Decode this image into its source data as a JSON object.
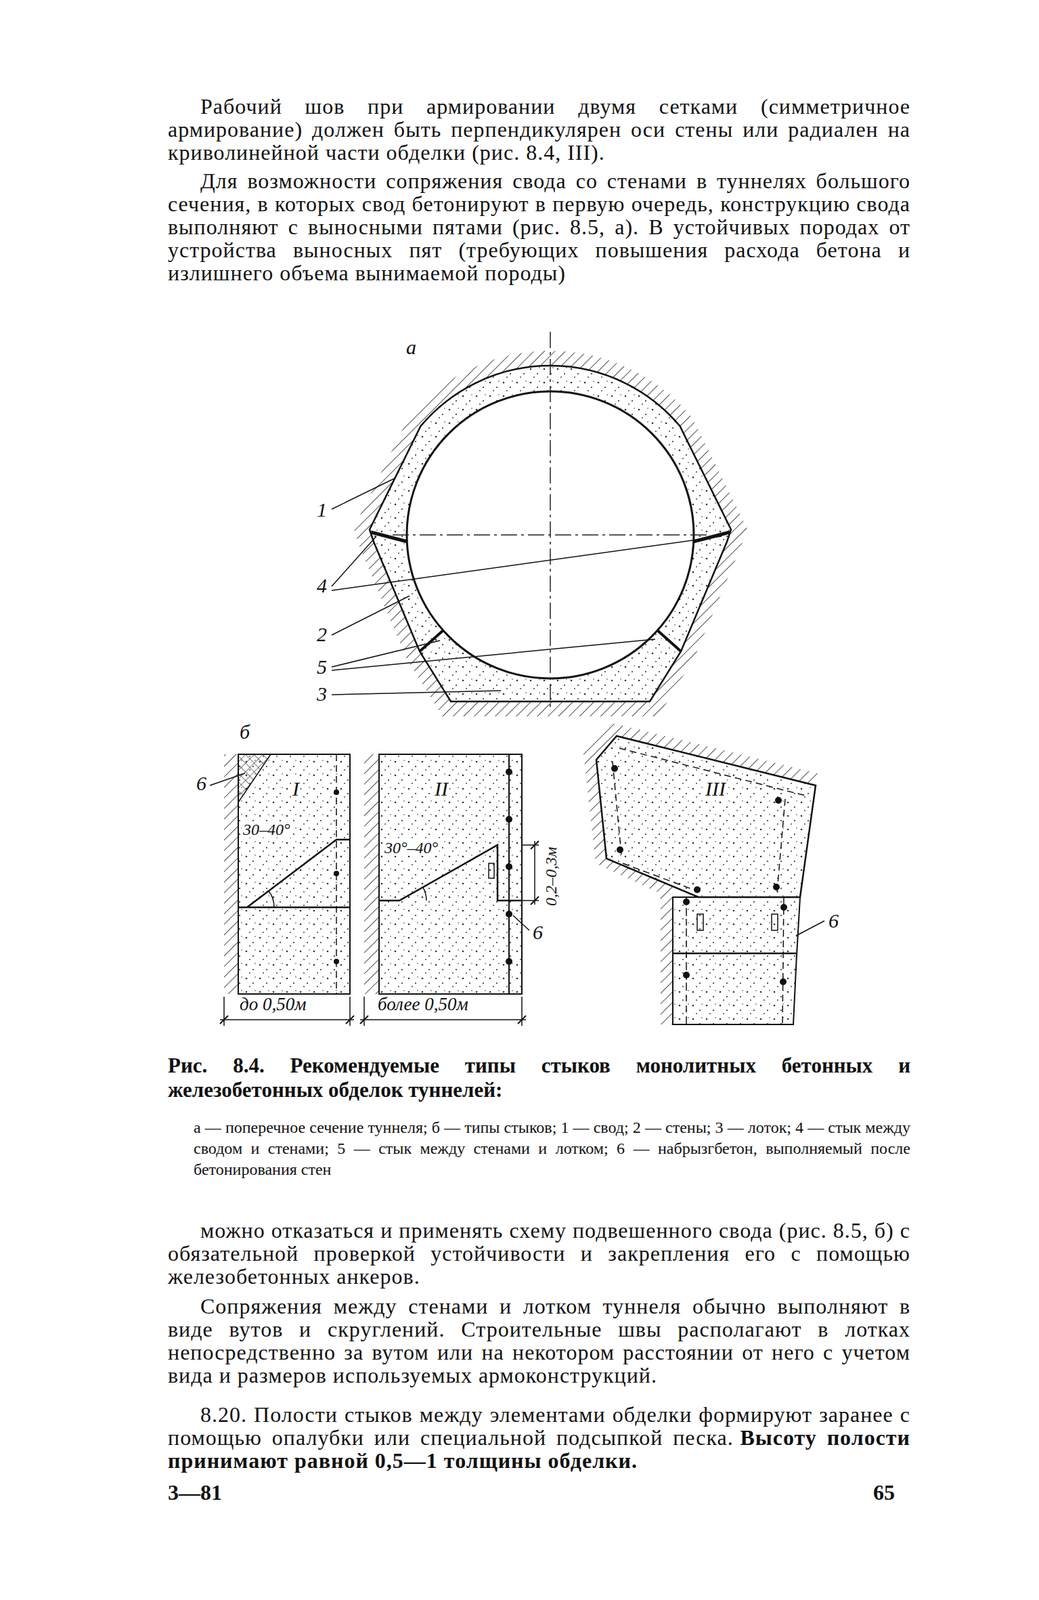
{
  "diagram": {
    "caption": "Рис. 8.4. Рекомендуемые типы стыков монолитных бетонных и железобетонных обделок туннелей:",
    "labels": [
      "Рабочий шов при армировании двумя сетками (симметричное армирование) должен быть перпендикулярен оси стены или радиален на криволинейной части обделки (рис. 8.4, III).",
      "Для возможности сопряжения свода со стенами в туннелях большого сечения, в которых свод бетонируют в первую очередь, конструкцию свода выполняют с выносными пятами (рис. 8.5, а). В устойчивых породах от устройства выносных пят (требующих повышения расхода бетона и излишнего объема вынимаемой породы)",
      "а",
      "1",
      "4",
      "2",
      "5",
      "3",
      "б",
      "6",
      "I",
      "30–40°",
      "II",
      "30°–40°",
      "0,2–0,3м",
      "6",
      "III",
      "6",
      "до 0,50м",
      "более 0,50м",
      "а — поперечное сечение туннеля; б — типы стыков; 1 — свод; 2 — стены; 3 — лоток; 4 — стык между сводом и стенами; 5 — стык между стенами и лотком; 6 — набрызгбетон, выполняемый после бетонирования стен",
      "можно отказаться и применять схему подвешенного свода (рис. 8.5, б) с обязательной проверкой устойчивости и закрепления его с помощью железобетонных анкеров.",
      "Сопряжения между стенами и лотком туннеля обычно выполняют в виде вутов и скруглений. Строительные швы располагают в лотках непосредственно за вутом или на некотором расстоянии от него с учетом вида и размеров используемых армоконструкций.",
      "8.20. Полости стыков между элементами обделки формируют заранее с помощью опалубки или специальной подсыпкой песка.",
      "Высоту полости принимают равной 0,5—1 толщины обделки.",
      "3—81",
      "65"
    ]
  }
}
